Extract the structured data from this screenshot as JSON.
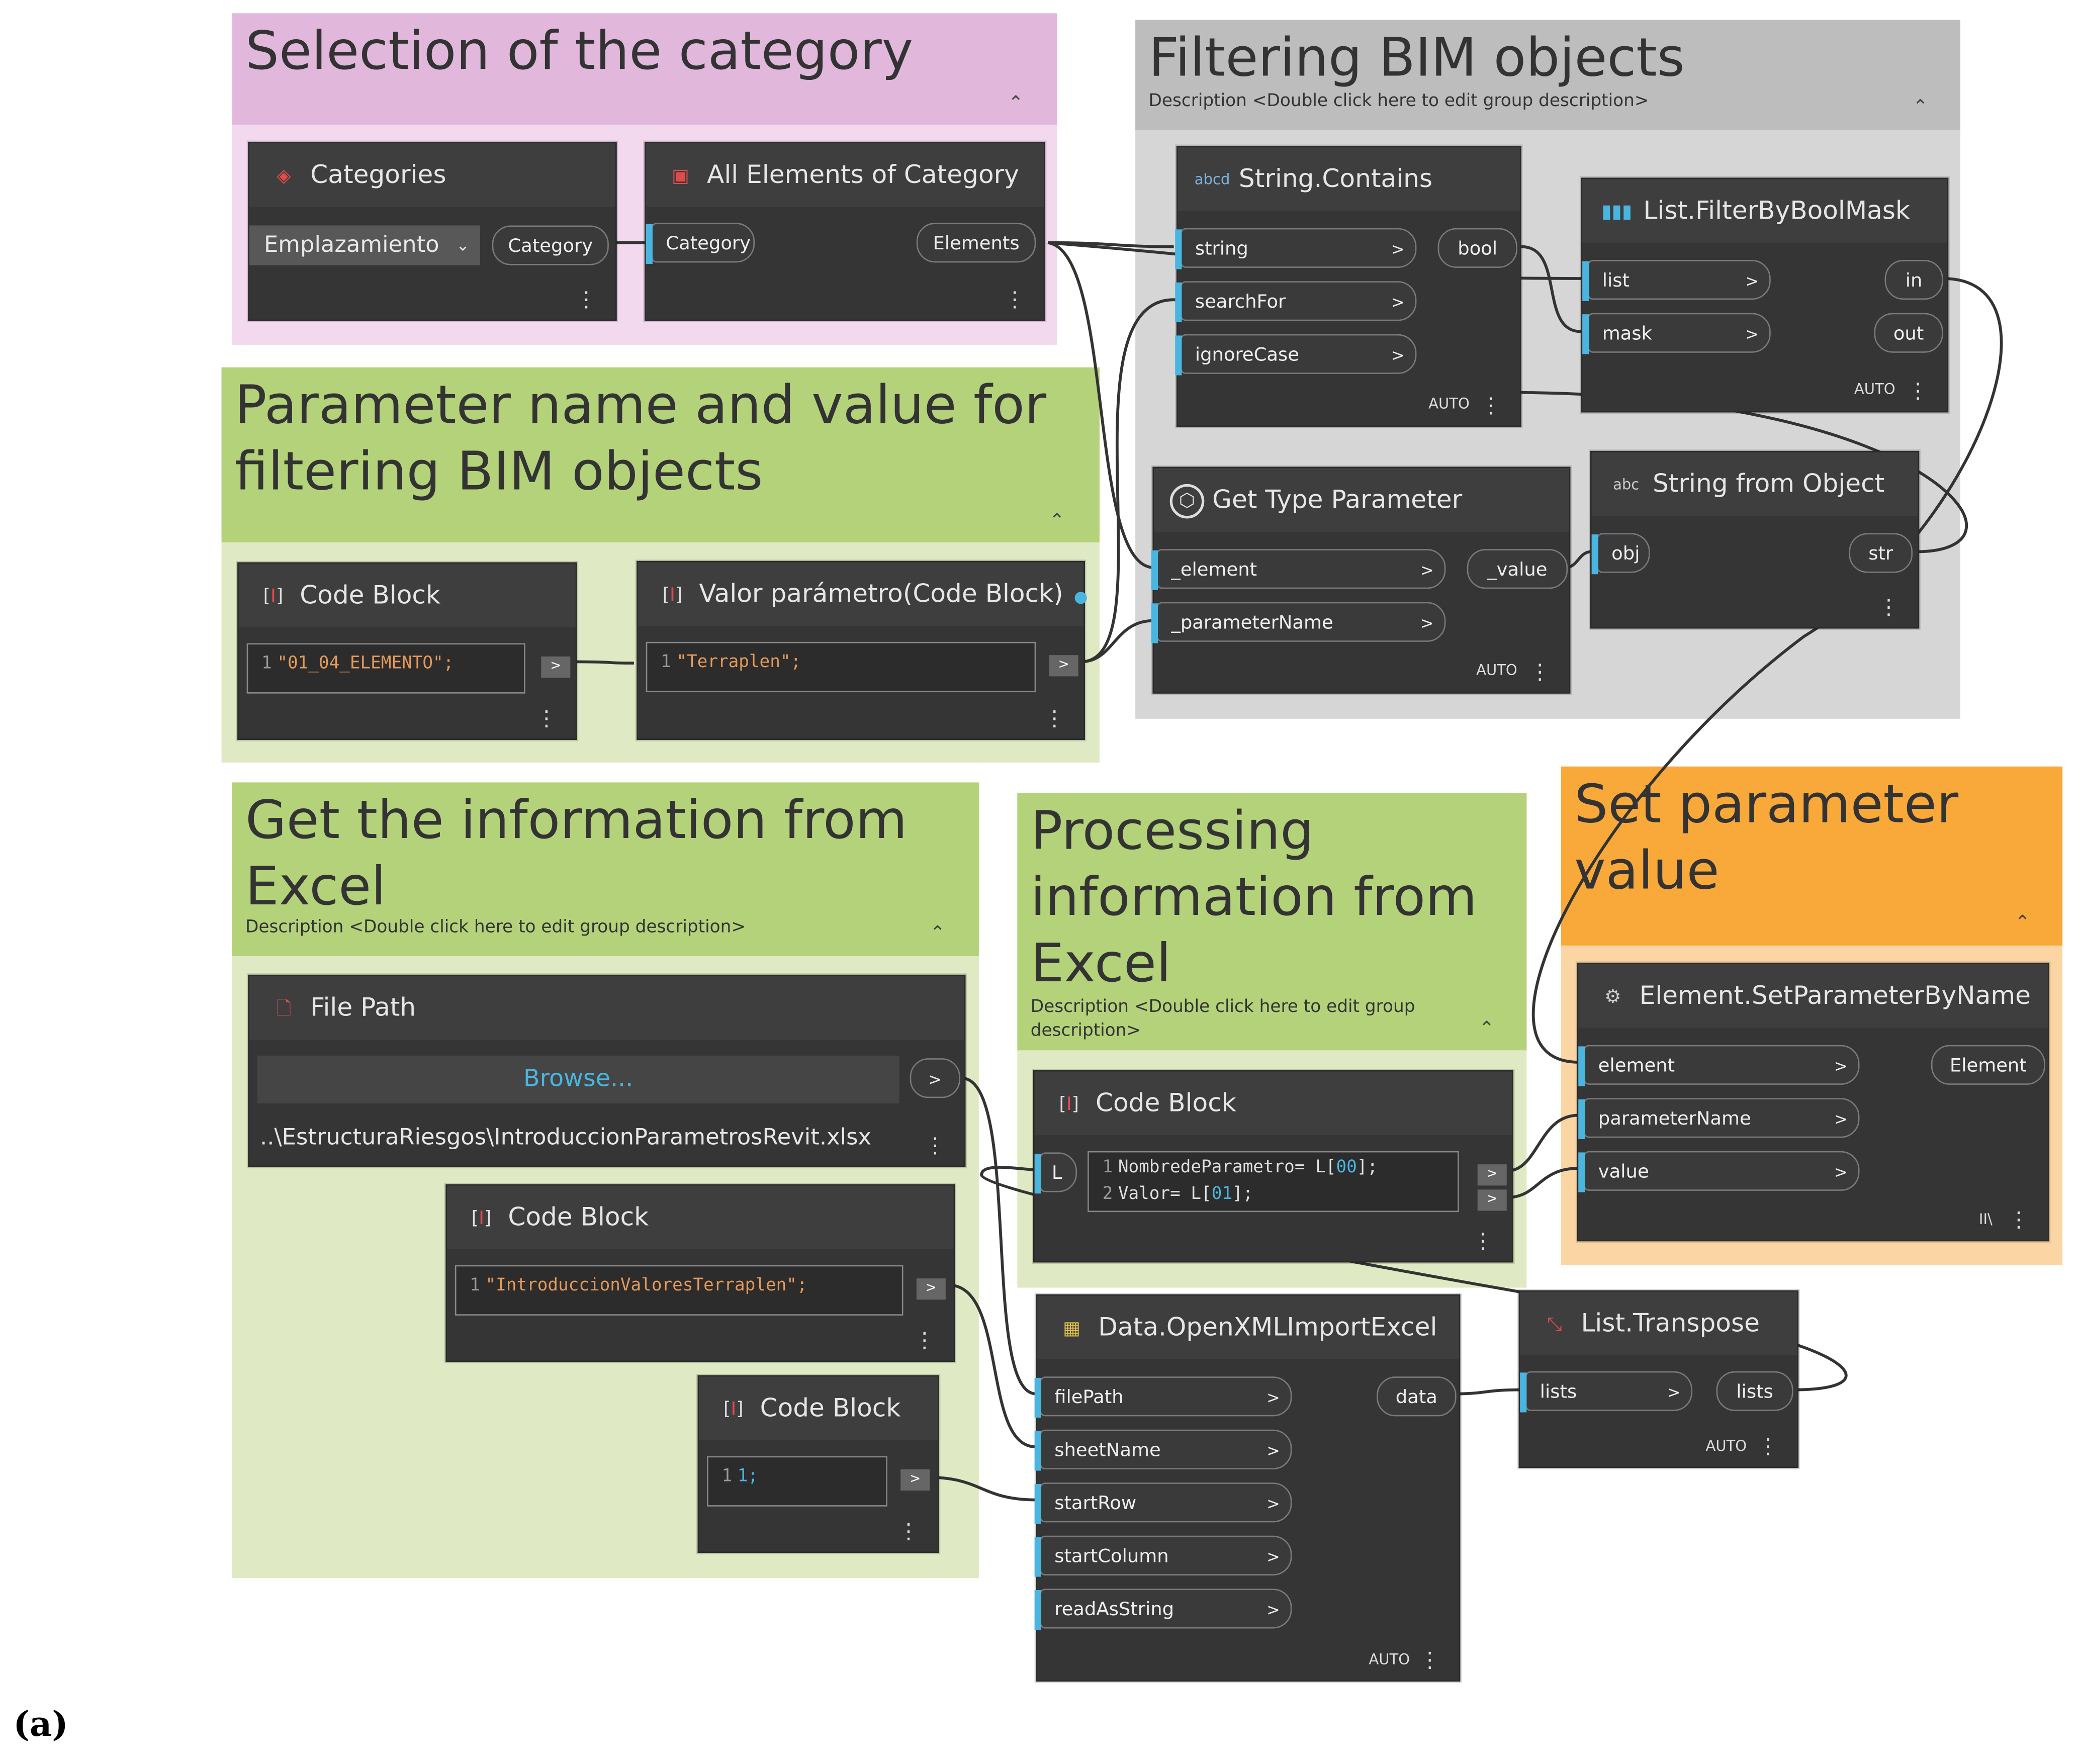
{
  "groups": {
    "category": {
      "title": "Selection of the category",
      "color": "#e2b7dc",
      "bg": "#f2d9ee"
    },
    "filtering": {
      "title": "Filtering BIM objects",
      "description": "Description <Double click here to edit group description>",
      "color": "#bdbdbd",
      "bg": "#d6d6d6"
    },
    "paramname": {
      "title": "Parameter name and value for filtering BIM objects",
      "line1": "Parameter name and value for",
      "line2": "filtering BIM objects",
      "color": "#b3d27a",
      "bg": "#dfeac4"
    },
    "excel": {
      "line1": "Get the information from",
      "line2": "Excel",
      "description": "Description <Double click here to edit group description>",
      "color": "#b3d27a",
      "bg": "#dfeac4"
    },
    "processing": {
      "line1": "Processing",
      "line2": "information from",
      "line3": "Excel",
      "desc1": "Description <Double click here to edit group",
      "desc2": "description>",
      "color": "#b3d27a",
      "bg": "#dfeac4"
    },
    "setparam": {
      "line1": "Set parameter",
      "line2": "value",
      "color": "#f8a93a",
      "bg": "#fbd6a4"
    }
  },
  "nodes": {
    "categories": {
      "title": "Categories",
      "dropdown": "Emplazamiento",
      "output": "Category"
    },
    "all_elements": {
      "title": "All Elements of Category",
      "input": "Category",
      "output": "Elements"
    },
    "string_contains": {
      "title": "String.Contains",
      "icon": "abcd",
      "inputs": [
        "string",
        "searchFor",
        "ignoreCase"
      ],
      "output": "bool",
      "lacing": "AUTO"
    },
    "filter_bool": {
      "title": "List.FilterByBoolMask",
      "inputs": [
        "list",
        "mask"
      ],
      "outputs": [
        "in",
        "out"
      ],
      "lacing": "AUTO"
    },
    "get_type_param": {
      "title": "Get Type Parameter",
      "inputs": [
        "_element",
        "_parameterName"
      ],
      "output": "_value",
      "lacing": "AUTO"
    },
    "string_from_object": {
      "title": "String from Object",
      "icon": "abc",
      "input": "obj",
      "output": "str"
    },
    "code_block_1": {
      "title": "Code Block",
      "line_no": "1",
      "code": "\"01_04_ELEMENTO\";"
    },
    "valor_parametro": {
      "title": "Valor parámetro(Code Block)",
      "line_no": "1",
      "code": "\"Terraplen\";"
    },
    "file_path": {
      "title": "File Path",
      "button": "Browse...",
      "path": "..\\EstructuraRiesgos\\IntroduccionParametrosRevit.xlsx",
      "output": ">"
    },
    "code_block_2": {
      "title": "Code Block",
      "line_no": "1",
      "code": "\"IntroduccionValoresTerraplen\";"
    },
    "code_block_3": {
      "title": "Code Block",
      "line_no": "1",
      "code": "1;"
    },
    "code_block_4": {
      "title": "Code Block",
      "input": "L",
      "line1_no": "1",
      "line1_a": "NombredeParametro= L[",
      "line1_b": "00",
      "line1_c": "];",
      "line2_no": "2",
      "line2_a": "Valor= L[",
      "line2_b": "01",
      "line2_c": "];"
    },
    "set_param": {
      "title": "Element.SetParameterByName",
      "inputs": [
        "element",
        "parameterName",
        "value"
      ],
      "output": "Element",
      "lacing": "II\\"
    },
    "import_excel": {
      "title": "Data.OpenXMLImportExcel",
      "inputs": [
        "filePath",
        "sheetName",
        "startRow",
        "startColumn",
        "readAsString"
      ],
      "output": "data",
      "lacing": "AUTO"
    },
    "transpose": {
      "title": "List.Transpose",
      "input": "lists",
      "output": "lists",
      "lacing": "AUTO"
    }
  },
  "caption": "(a)"
}
